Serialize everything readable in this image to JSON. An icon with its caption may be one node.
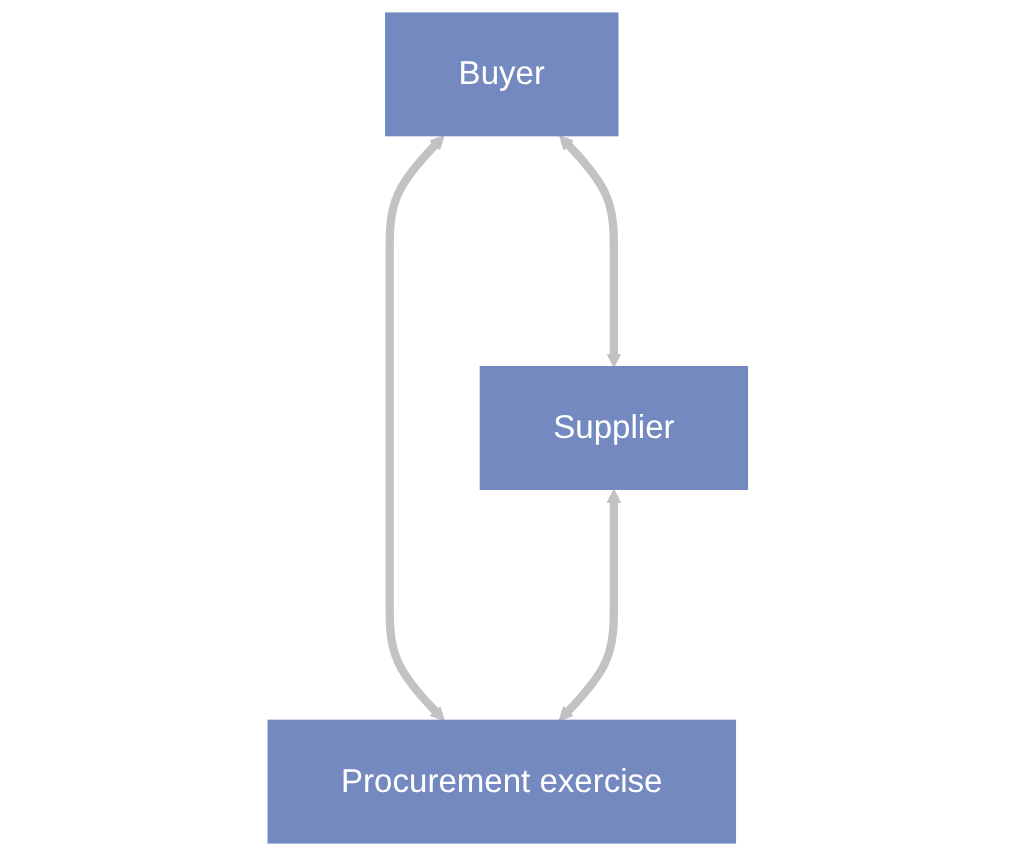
{
  "diagram": {
    "nodes": [
      {
        "text": [
          "Buyer"
        ]
      },
      {
        "text": [
          "Supplier"
        ]
      },
      {
        "text": [
          "Procurement exercise"
        ]
      }
    ],
    "edges": [
      {
        "from": 0,
        "to": 1,
        "arrow": "both"
      },
      {
        "from": 0,
        "to": 2,
        "arrow": "both"
      },
      {
        "from": 1,
        "to": 2,
        "arrow": "both"
      }
    ]
  }
}
